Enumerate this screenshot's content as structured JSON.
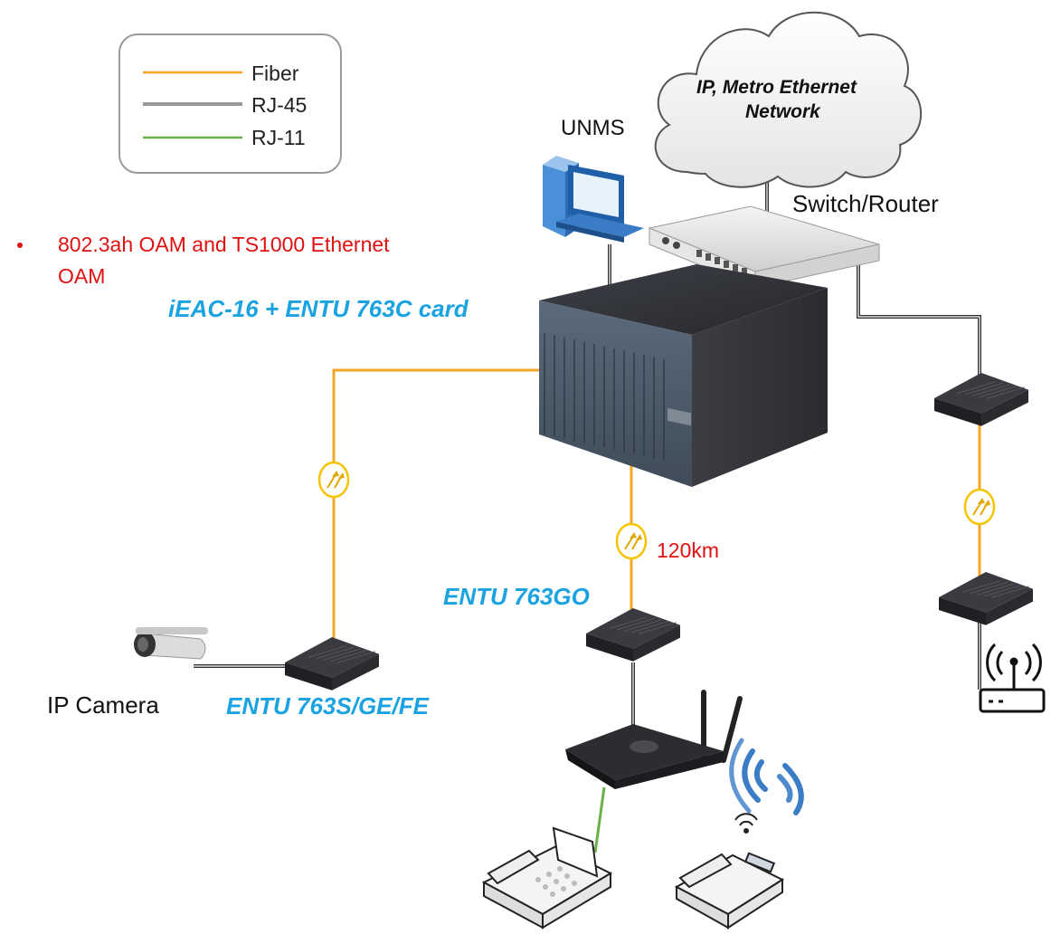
{
  "legend": {
    "fiber": "Fiber",
    "rj45": "RJ-45",
    "rj11": "RJ-11"
  },
  "colors": {
    "fiber": "#f5a623",
    "rj11": "#6ab04c",
    "product_label": "#1aa3e0",
    "highlight_text": "#e01010"
  },
  "bullet": {
    "line1": "802.3ah OAM and TS1000 Ethernet",
    "line2": "OAM"
  },
  "labels": {
    "cloud_line1": "IP, Metro Ethernet",
    "cloud_line2": "Network",
    "unms": "UNMS",
    "switch_router": "Switch/Router",
    "chassis": "iEAC-16 + ENTU 763C card",
    "distance": "120km",
    "entu_763go": "ENTU 763GO",
    "entu_763s": "ENTU 763S/GE/FE",
    "ip_camera": "IP Camera"
  },
  "icons": [
    "cloud-icon",
    "pc-icon",
    "switch-router-icon",
    "chassis-icon",
    "media-converter-icon",
    "fiber-amp-icon",
    "camera-icon",
    "wifi-router-icon",
    "wireless-ap-icon",
    "desk-phone-icon",
    "cordless-phone-icon"
  ]
}
